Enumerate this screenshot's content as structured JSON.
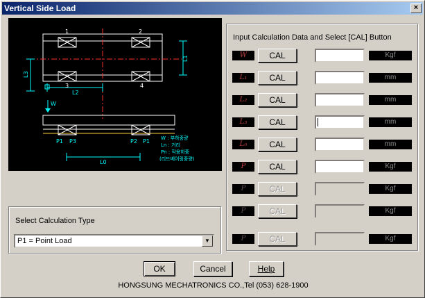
{
  "window": {
    "title": "Vertical Side Load",
    "close_glyph": "×"
  },
  "diagram": {
    "labels": {
      "n1": "1",
      "n2": "2",
      "n3": "3",
      "n4": "4",
      "l1": "L1",
      "l2": "L2",
      "l3": "L3",
      "l0": "L0",
      "w": "W",
      "p1": "P1",
      "p3": "P3",
      "p2": "P2",
      "p1b": "P1",
      "legend_w": "W  :  부하중량",
      "legend_ln": "Ln :  거리",
      "legend_pn": "Pn :  작용하중",
      "legend_note": "(리드베어링중량)"
    }
  },
  "left_panel": {
    "label": "Select Calculation Type",
    "selected": "P1  = Point Load"
  },
  "right_panel": {
    "label": "Input Calculation Data and Select [CAL] Button",
    "rows": [
      {
        "symbol": "W",
        "button": "CAL",
        "value": "",
        "unit": "Kgf",
        "enabled": true
      },
      {
        "symbol": "L₁",
        "button": "CAL",
        "value": "",
        "unit": "mm",
        "enabled": true
      },
      {
        "symbol": "L₂",
        "button": "CAL",
        "value": "",
        "unit": "mm",
        "enabled": true
      },
      {
        "symbol": "L₃",
        "button": "CAL",
        "value": "",
        "unit": "mm",
        "enabled": true
      },
      {
        "symbol": "L₀",
        "button": "CAL",
        "value": "",
        "unit": "mm",
        "enabled": true
      },
      {
        "symbol": "P",
        "button": "CAL",
        "value": "",
        "unit": "Kgf",
        "enabled": true
      },
      {
        "symbol": "P",
        "button": "CAL",
        "value": "",
        "unit": "Kgf",
        "enabled": false
      },
      {
        "symbol": "P",
        "button": "CAL",
        "value": "",
        "unit": "Kgf",
        "enabled": false
      },
      {
        "symbol": "P",
        "button": "CAL",
        "value": "",
        "unit": "Kgf",
        "enabled": false
      }
    ]
  },
  "buttons": {
    "ok": "OK",
    "cancel": "Cancel",
    "help": "Help"
  },
  "footer": "HONGSUNG MECHATRONICS CO.,Tel (053) 628-1900",
  "colors": {
    "title_start": "#0a246a",
    "diagram_bg": "#000000",
    "diagram_lines": "#ffffff",
    "diagram_accent": "#00ffff",
    "diagram_center": "#ff3030"
  }
}
